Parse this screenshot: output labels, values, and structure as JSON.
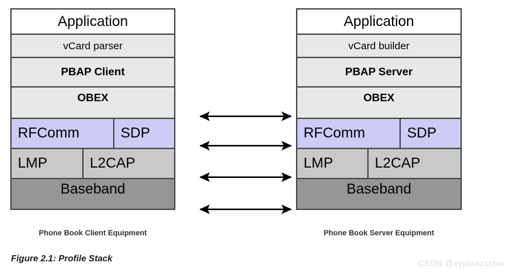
{
  "figure": {
    "caption": "Figure 2.1: Profile Stack",
    "watermark": "CSDN @xyjdwxzxxbw"
  },
  "colors": {
    "application_fill": "#ffffff",
    "upper_layer_fill": "#e8e8e8",
    "rfcomm_fill": "#ccccf7",
    "lmp_fill": "#c9c9c9",
    "baseband_fill": "#969696",
    "border": "#4d4d4d",
    "arrow": "#000000",
    "watermark": "#dcdcdc"
  },
  "client_stack": {
    "equipment_label": "Phone Book Client Equipment",
    "layers": {
      "application": "Application",
      "vcard": "vCard parser",
      "pbap": "PBAP Client",
      "obex": "OBEX",
      "rfcomm": "RFComm",
      "sdp": "SDP",
      "lmp": "LMP",
      "l2cap": "L2CAP",
      "baseband": "Baseband"
    }
  },
  "server_stack": {
    "equipment_label": "Phone Book Server Equipment",
    "layers": {
      "application": "Application",
      "vcard": "vCard builder",
      "pbap": "PBAP Server",
      "obex": "OBEX",
      "rfcomm": "RFComm",
      "sdp": "SDP",
      "lmp": "LMP",
      "l2cap": "L2CAP",
      "baseband": "Baseband"
    }
  },
  "connections": [
    {
      "name": "obex-link",
      "level": "OBEX",
      "style": "double-headed-arrow"
    },
    {
      "name": "rfcomm-link",
      "level": "RFComm",
      "style": "double-headed-arrow"
    },
    {
      "name": "lmp-link",
      "level": "LMP",
      "style": "double-headed-arrow"
    },
    {
      "name": "baseband-link",
      "level": "Baseband",
      "style": "double-headed-arrow"
    }
  ]
}
